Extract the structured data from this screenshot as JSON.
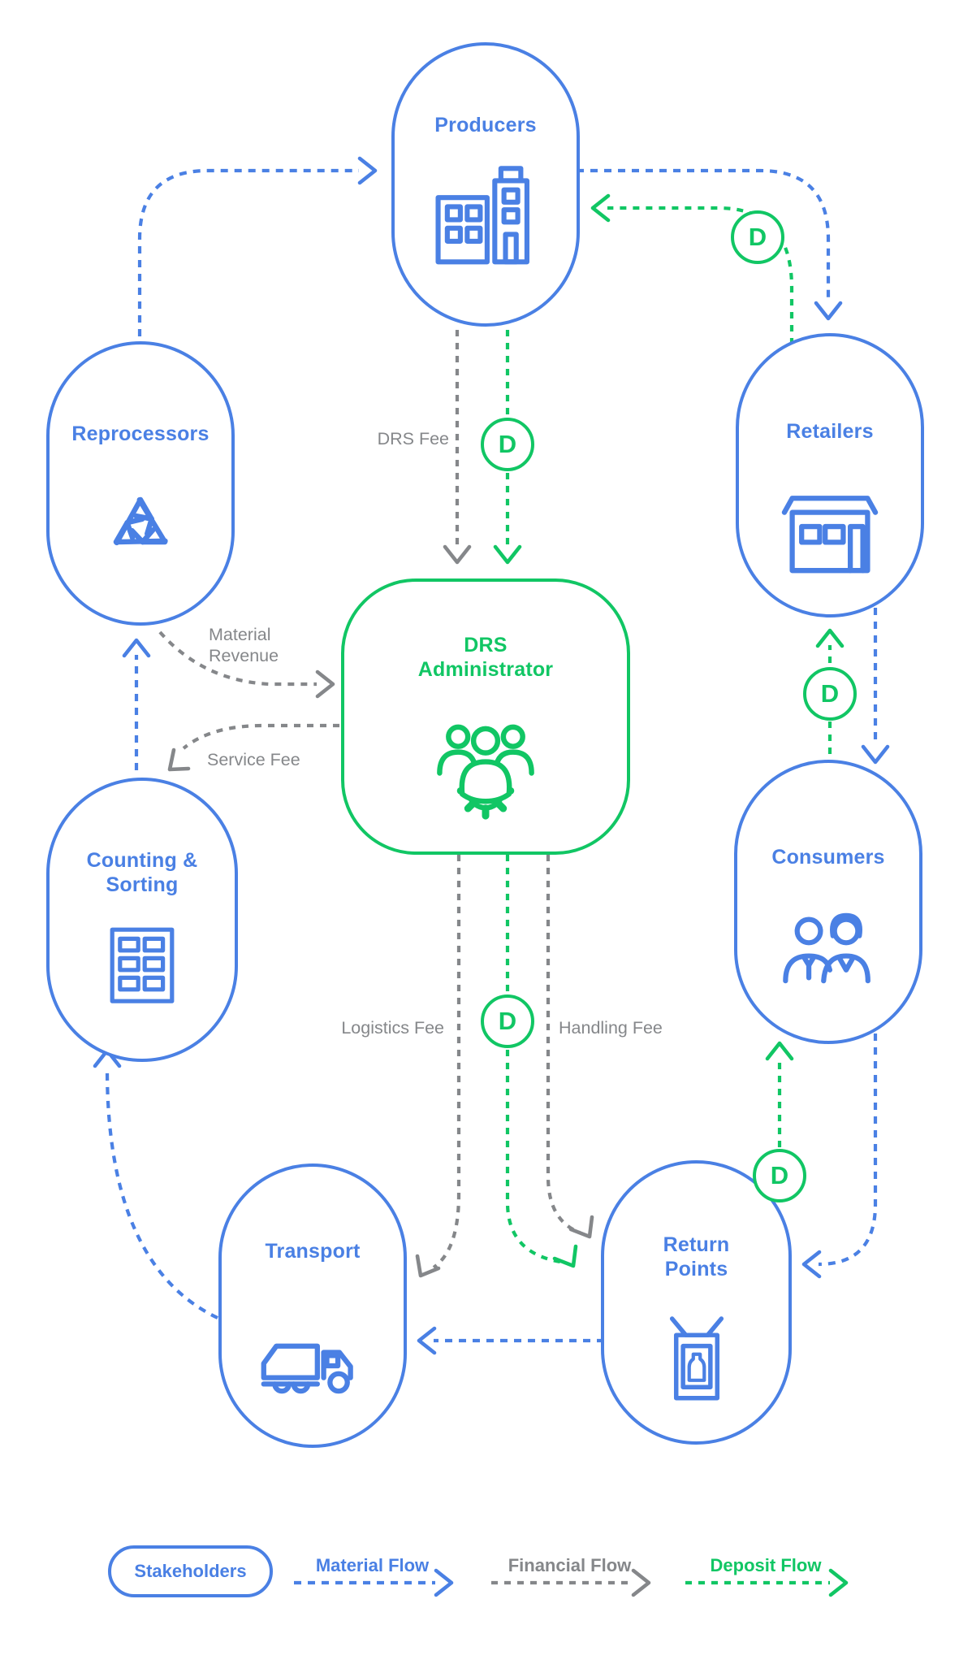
{
  "nodes": {
    "producers": {
      "label": "Producers",
      "icon": "buildings-icon"
    },
    "retailers": {
      "label": "Retailers",
      "icon": "storefront-icon"
    },
    "consumers": {
      "label": "Consumers",
      "icon": "consumers-people-icon"
    },
    "return_points": {
      "label": "Return Points",
      "icon": "reverse-vending-machine-icon"
    },
    "transport": {
      "label": "Transport",
      "icon": "truck-icon"
    },
    "counting_sorting": {
      "label": "Counting & Sorting",
      "icon": "sorting-grid-icon"
    },
    "reprocessors": {
      "label": "Reprocessors",
      "icon": "recycle-icon"
    },
    "drs_administrator": {
      "label": "DRS Administrator",
      "icon": "team-gear-icon"
    }
  },
  "flow_labels": {
    "drs_fee": "DRS Fee",
    "material_revenue": "Material Revenue",
    "service_fee": "Service Fee",
    "logistics_fee": "Logistics Fee",
    "handling_fee": "Handling Fee"
  },
  "deposit_badge": {
    "letter": "D"
  },
  "legend": {
    "stakeholders": "Stakeholders",
    "material_flow": "Material Flow",
    "financial_flow": "Financial Flow",
    "deposit_flow": "Deposit Flow"
  },
  "colors": {
    "stakeholder_blue": "#4a80e4",
    "financial_gray": "#85878a",
    "deposit_green": "#11c664"
  }
}
